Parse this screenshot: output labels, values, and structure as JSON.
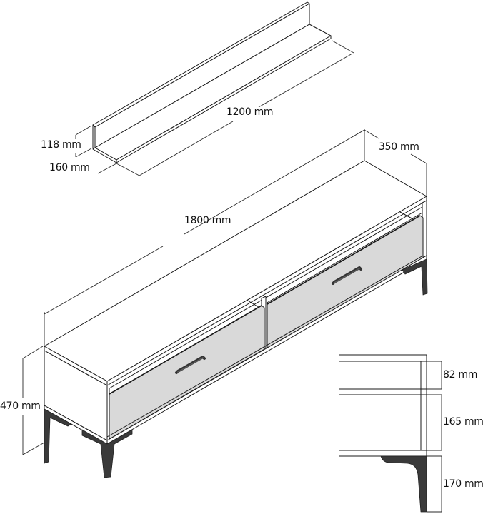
{
  "diagram": {
    "title": "TV unit and wall shelf dimension drawing",
    "colors": {
      "line": "#1a1a1a",
      "drawer_front": "#d9d9d9",
      "metal_legs_handles": "#3a3a3a",
      "background": "#ffffff"
    },
    "shelf": {
      "length_label": "1200 mm",
      "height_label": "118 mm",
      "depth_label": "160 mm"
    },
    "cabinet": {
      "width_label": "1800 mm",
      "depth_label": "350 mm",
      "height_label": "470 mm",
      "drawers": 2,
      "open_compartments": 2
    },
    "side_profile": {
      "top_section_label": "82 mm",
      "drawer_section_label": "165 mm",
      "leg_height_label": "170 mm"
    }
  }
}
